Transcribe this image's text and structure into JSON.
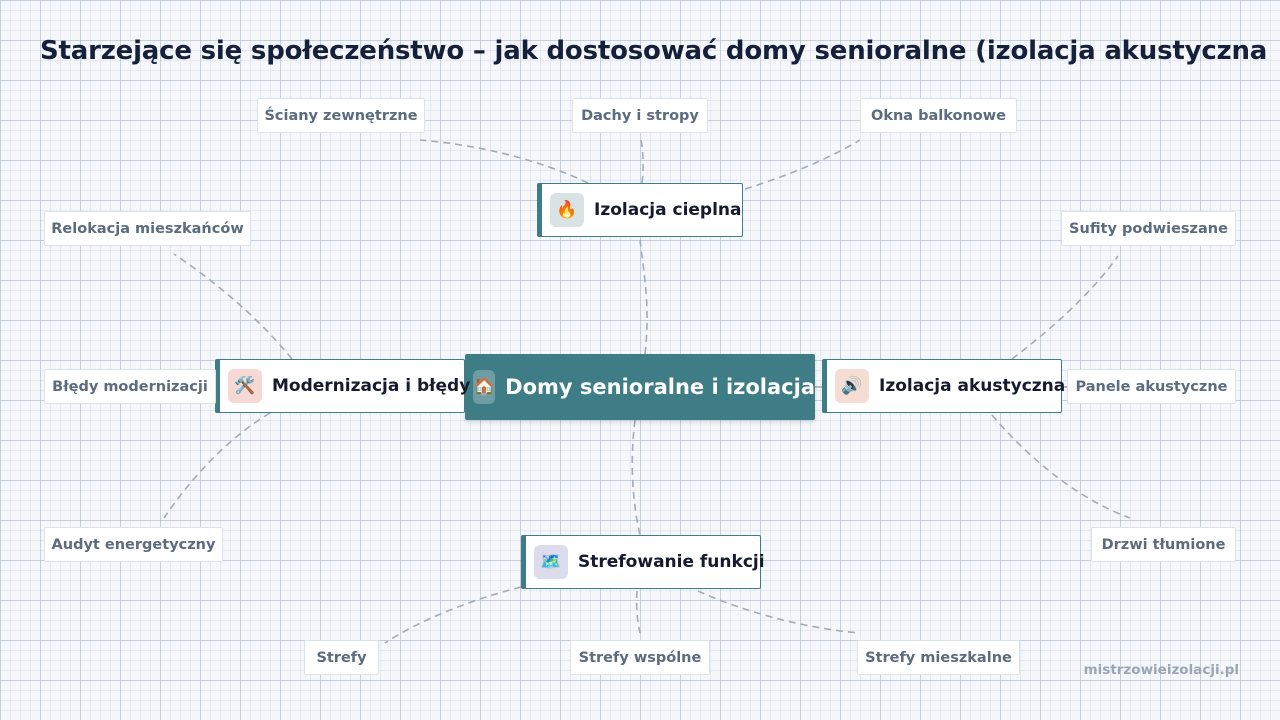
{
  "title": "Starzejące się społeczeństwo – jak dostosować domy senioralne (izolacja akustyczna",
  "center": {
    "label": "Domy senioralne i izolacja",
    "icon": "house-icon",
    "glyph": "🏠"
  },
  "branches": [
    {
      "label": "Izolacja cieplna",
      "icon": "fire-icon",
      "glyph": "🔥",
      "icon_bg": "#d9e3e4",
      "leaves": [
        "Ściany zewnętrzne",
        "Dachy i stropy",
        "Okna balkonowe"
      ]
    },
    {
      "label": "Izolacja akustyczna",
      "icon": "speaker-icon",
      "glyph": "🔊",
      "icon_bg": "#f6ddd3",
      "leaves": [
        "Sufity podwieszane",
        "Panele akustyczne",
        "Drzwi tłumione"
      ]
    },
    {
      "label": "Strefowanie funkcji",
      "icon": "map-icon",
      "glyph": "🗺️",
      "icon_bg": "#dcdcec",
      "leaves": [
        "Strefy mieszkalne",
        "Strefy wspólne",
        "Strefy"
      ]
    },
    {
      "label": "Modernizacja i błędy",
      "icon": "tools-icon",
      "glyph": "🛠️",
      "icon_bg": "#f6d9d4",
      "leaves": [
        "Audyt energetyczny",
        "Błędy modernizacji",
        "Relokacja mieszkańców"
      ]
    }
  ],
  "footer": "mistrzowieizolacji.pl",
  "colors": {
    "accent": "#3f7d86",
    "title": "#16203a",
    "leaf_text": "#5c6b7e",
    "link": "#a3acb4"
  }
}
